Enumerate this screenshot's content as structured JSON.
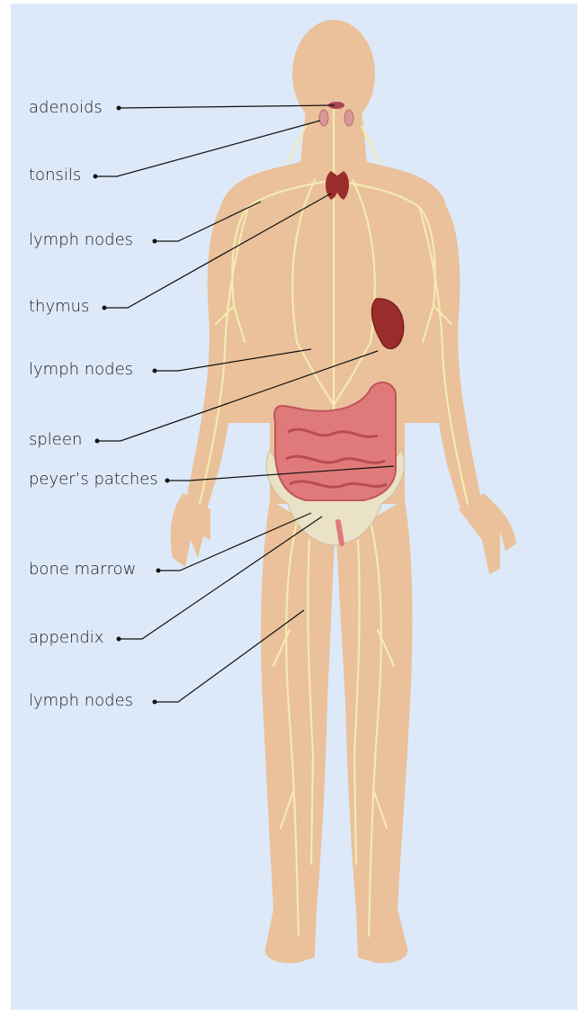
{
  "labels": {
    "adenoids": "adenoids",
    "tonsils": "tonsils",
    "lymph_nodes_upper": "lymph nodes",
    "thymus": "thymus",
    "lymph_nodes_middle": "lymph nodes",
    "spleen": "spleen",
    "peyers_patches": "peyer’s patches",
    "bone_marrow": "bone marrow",
    "appendix": "appendix",
    "lymph_nodes_lower": "lymph nodes"
  },
  "colors": {
    "background": "#dde9f8",
    "skin": "#eac19a",
    "lymph_vessel": "#f5eab0",
    "organ": "#9b2c2c",
    "intestine": "#e07a7a",
    "bone": "#e9e2c6",
    "leader_line": "#111111"
  }
}
